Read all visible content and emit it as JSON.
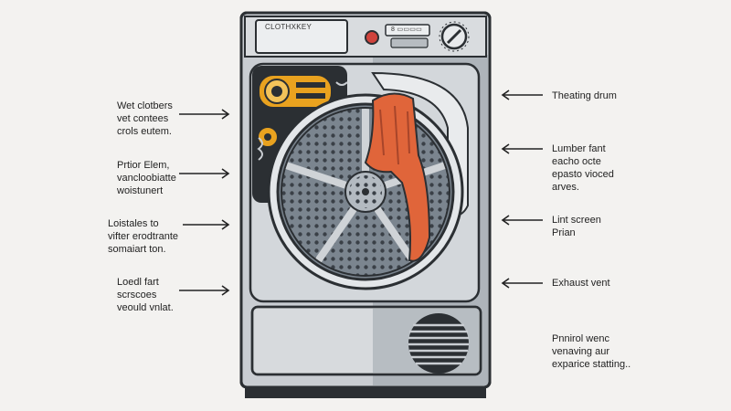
{
  "machine": {
    "brand": "CLOTHXKEY",
    "display": "8 ▭▭▭▭"
  },
  "labels": {
    "left": [
      {
        "text": "Wet clotbers\nvet contees\ncrols eutem."
      },
      {
        "text": "Prtior Elem,\nvancloobiatte\nwoistunert"
      },
      {
        "text": "Loistales to\nvifter erodtrante\nsomaiart ton."
      },
      {
        "text": "Loedl fart\nscrscoes\nveould vnlat."
      }
    ],
    "right": [
      {
        "text": "Theating drum"
      },
      {
        "text": "Lumber fant\neacho octe\nepasto vioced\narves."
      },
      {
        "text": "Lint screen\nPrian"
      },
      {
        "text": "Exhaust vent"
      },
      {
        "text": "Pnnirol wenc\nvenaving aur\nexparice statting.."
      }
    ]
  },
  "colors": {
    "background": "#f3f2f0",
    "body": "#c9cdd2",
    "body_dark": "#8f969d",
    "drum": "#6f7a84",
    "towel": "#e0653a",
    "heater": "#e9a21f",
    "outline": "#2b2f33"
  }
}
